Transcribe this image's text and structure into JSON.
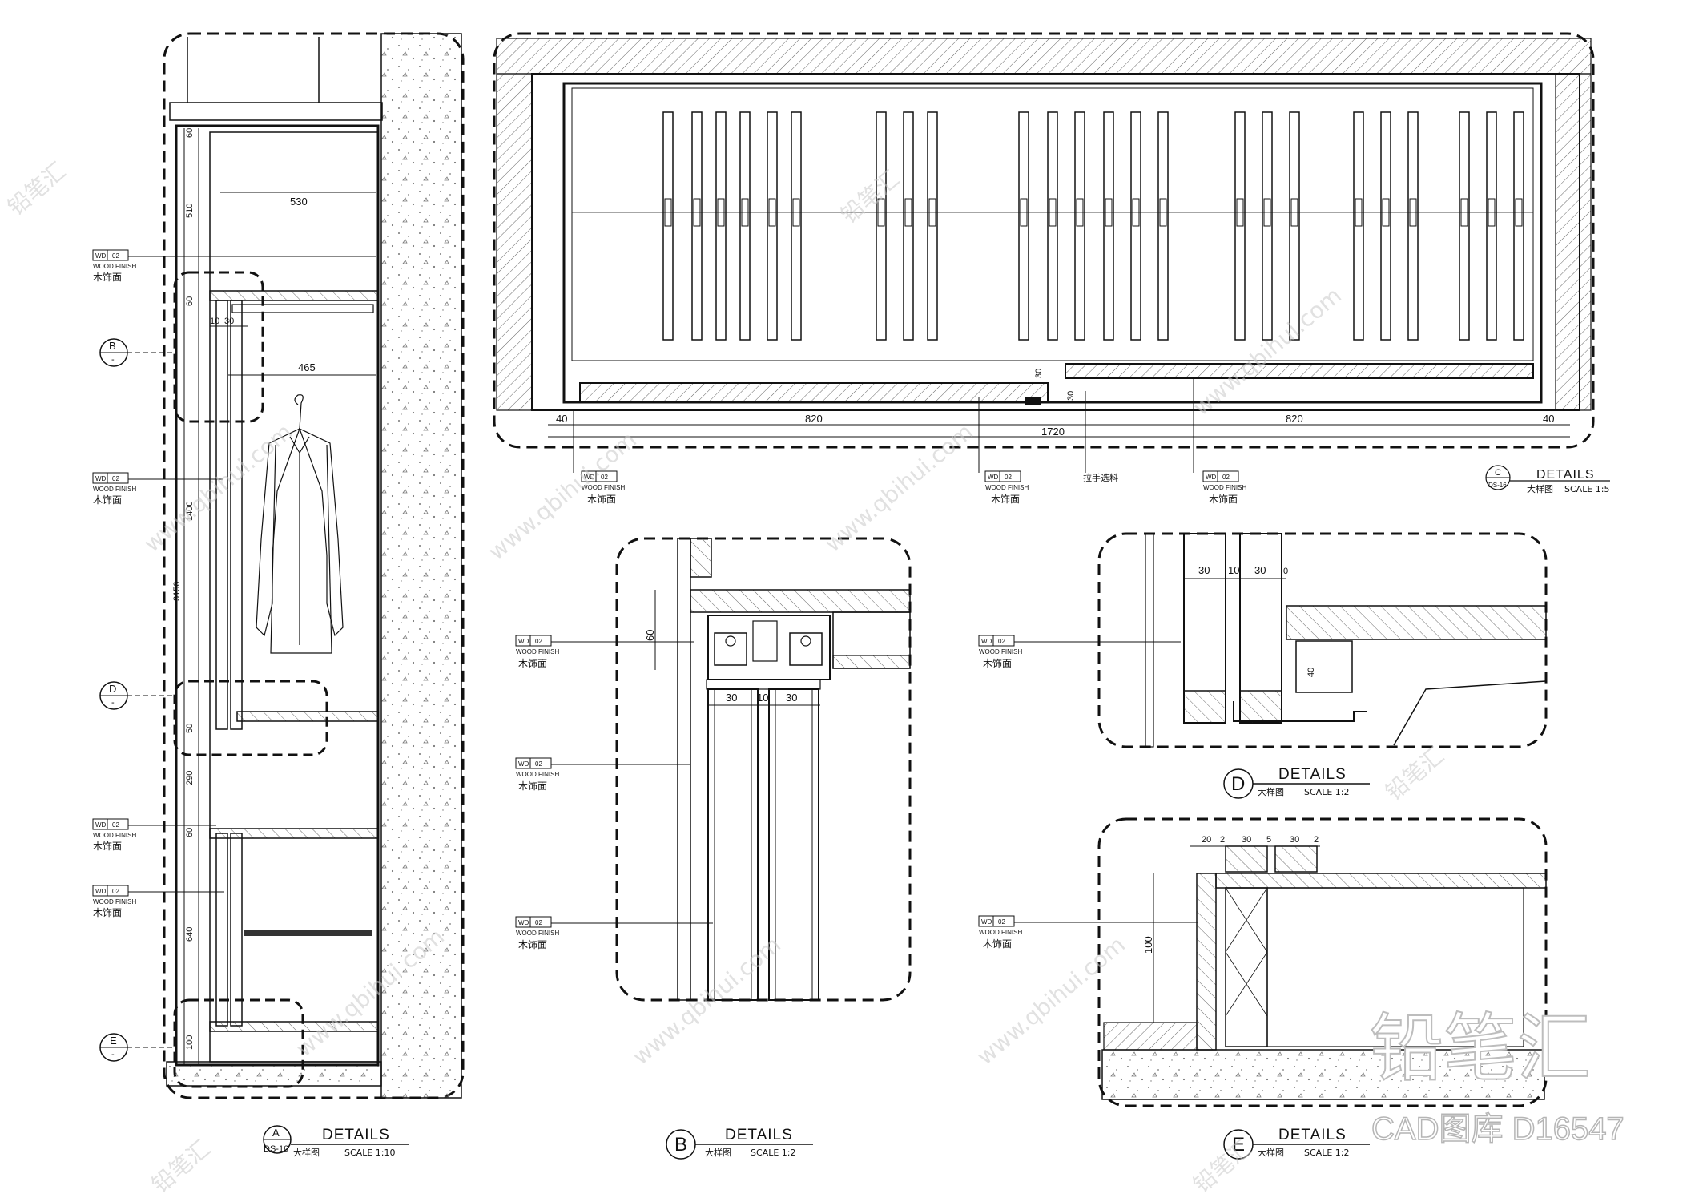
{
  "details": {
    "A": {
      "letter": "A",
      "sheet": "DS-16",
      "title": "DETAILS",
      "subtitle_cn": "大样图",
      "scale": "SCALE 1:10",
      "dims": {
        "top_60": "60",
        "d510": "510",
        "w530": "530",
        "d60b": "60",
        "d10": "10",
        "d30": "30",
        "w465": "465",
        "d1400": "1400",
        "d3150": "3150",
        "d50": "50",
        "d290": "290",
        "d60c": "60",
        "d640": "640",
        "d100": "100"
      },
      "sections": [
        "B",
        "D",
        "E"
      ],
      "tags": [
        {
          "code": "WD",
          "num": "02",
          "en": "WOOD FINISH",
          "cn": "木饰面"
        },
        {
          "code": "WD",
          "num": "02",
          "en": "WOOD FINISH",
          "cn": "木饰面"
        },
        {
          "code": "WD",
          "num": "02",
          "en": "WOOD FINISH",
          "cn": "木饰面"
        },
        {
          "code": "WD",
          "num": "02",
          "en": "WOOD FINISH",
          "cn": "木饰面"
        }
      ]
    },
    "B": {
      "letter": "B",
      "title": "DETAILS",
      "subtitle_cn": "大样图",
      "scale": "SCALE 1:2",
      "dims": {
        "d60": "60",
        "d30a": "30",
        "d10": "10",
        "d30b": "30"
      },
      "tags": [
        {
          "code": "WD",
          "num": "02",
          "en": "WOOD FINISH",
          "cn": "木饰面"
        },
        {
          "code": "WD",
          "num": "02",
          "en": "WOOD FINISH",
          "cn": "木饰面"
        },
        {
          "code": "WD",
          "num": "02",
          "en": "WOOD FINISH",
          "cn": "木饰面"
        }
      ]
    },
    "C": {
      "letter": "C",
      "sheet": "DS-16",
      "title": "DETAILS",
      "subtitle_cn": "大样图",
      "scale": "SCALE 1:5",
      "dims": {
        "l40": "40",
        "w820a": "820",
        "w1720": "1720",
        "w820b": "820",
        "r40": "40",
        "d30a": "30",
        "d30b": "30"
      },
      "handle_cn": "拉手选料",
      "tags": [
        {
          "code": "WD",
          "num": "02",
          "en": "WOOD FINISH",
          "cn": "木饰面"
        },
        {
          "code": "WD",
          "num": "02",
          "en": "WOOD FINISH",
          "cn": "木饰面"
        },
        {
          "code": "WD",
          "num": "02",
          "en": "WOOD FINISH",
          "cn": "木饰面"
        }
      ]
    },
    "D": {
      "letter": "D",
      "title": "DETAILS",
      "subtitle_cn": "大样图",
      "scale": "SCALE 1:2",
      "dims": {
        "d30a": "30",
        "d10": "10",
        "d30b": "30",
        "d0": "0",
        "d40": "40"
      },
      "tags": [
        {
          "code": "WD",
          "num": "02",
          "en": "WOOD FINISH",
          "cn": "木饰面"
        }
      ]
    },
    "E": {
      "letter": "E",
      "title": "DETAILS",
      "subtitle_cn": "大样图",
      "scale": "SCALE 1:2",
      "dims": {
        "d20": "20",
        "d2a": "2",
        "d30a": "30",
        "d5": "5",
        "d30b": "30",
        "d2b": "2",
        "d100": "100"
      },
      "tags": [
        {
          "code": "WD",
          "num": "02",
          "en": "WOOD FINISH",
          "cn": "木饰面"
        }
      ]
    }
  },
  "watermark": {
    "text_cn": "铅笔汇",
    "url": "www.qbihui.com",
    "logo_cn": "铅笔汇",
    "logo_en": "CAD图库 D16547"
  },
  "colors": {
    "line": "#111111",
    "hatch": "#555555",
    "watermark": "#c9c9c9"
  }
}
